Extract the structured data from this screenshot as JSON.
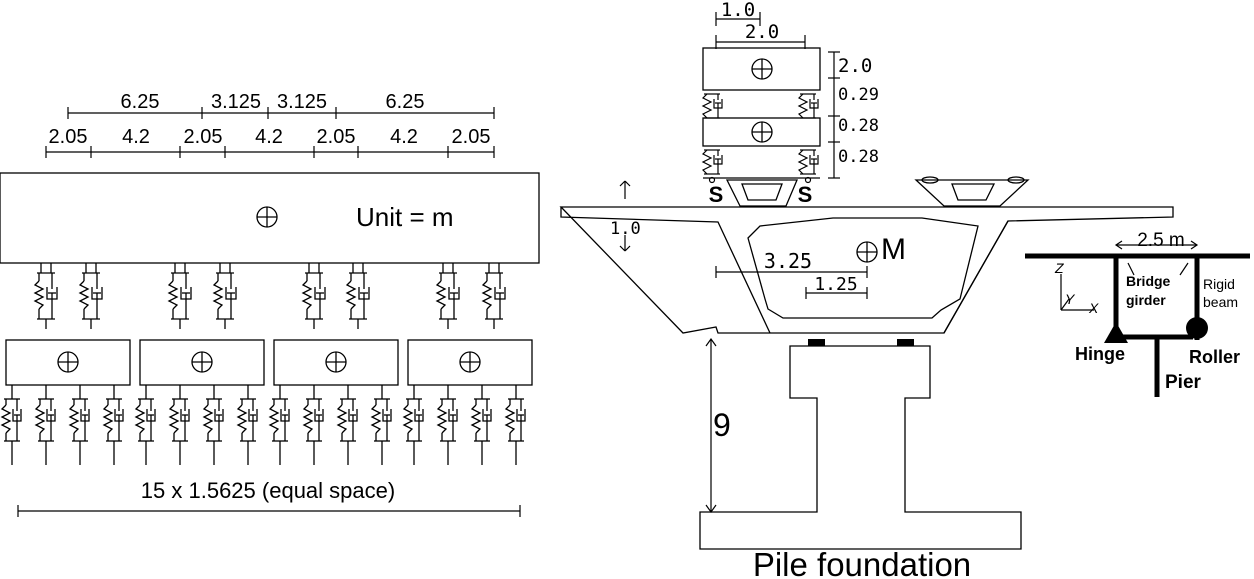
{
  "left_model": {
    "unit_label": "Unit = m",
    "top_dimensions": [
      "6.25",
      "3.125",
      "3.125",
      "6.25"
    ],
    "lower_dimensions": [
      "2.05",
      "4.2",
      "2.05",
      "4.2",
      "2.05",
      "4.2",
      "2.05"
    ],
    "bottom_dimension": "15 x 1.5625 (equal space)"
  },
  "cross_section": {
    "stack_dimensions": {
      "top_width_half": "1.0",
      "top_width": "2.0",
      "block_height": "2.0",
      "spring_gap_upper": "0.29",
      "middle_block_height": "0.28",
      "spring_gap_lower": "0.28"
    },
    "support_labels": [
      "S",
      "S"
    ],
    "deck_thickness": "1.0",
    "box_width": "3.25",
    "box_offset": "1.25",
    "mass_label": "M",
    "pier_height": "9",
    "foundation_label": "Pile foundation"
  },
  "connection_detail": {
    "span": "2.5 m",
    "axes": [
      "Z",
      "Y",
      "X"
    ],
    "bridge_girder_label": [
      "Bridge",
      "girder"
    ],
    "rigid_beam_label": [
      "Rigid",
      "beam"
    ],
    "hinge_label": "Hinge",
    "roller_label": "Roller",
    "pier_label": "Pier"
  }
}
